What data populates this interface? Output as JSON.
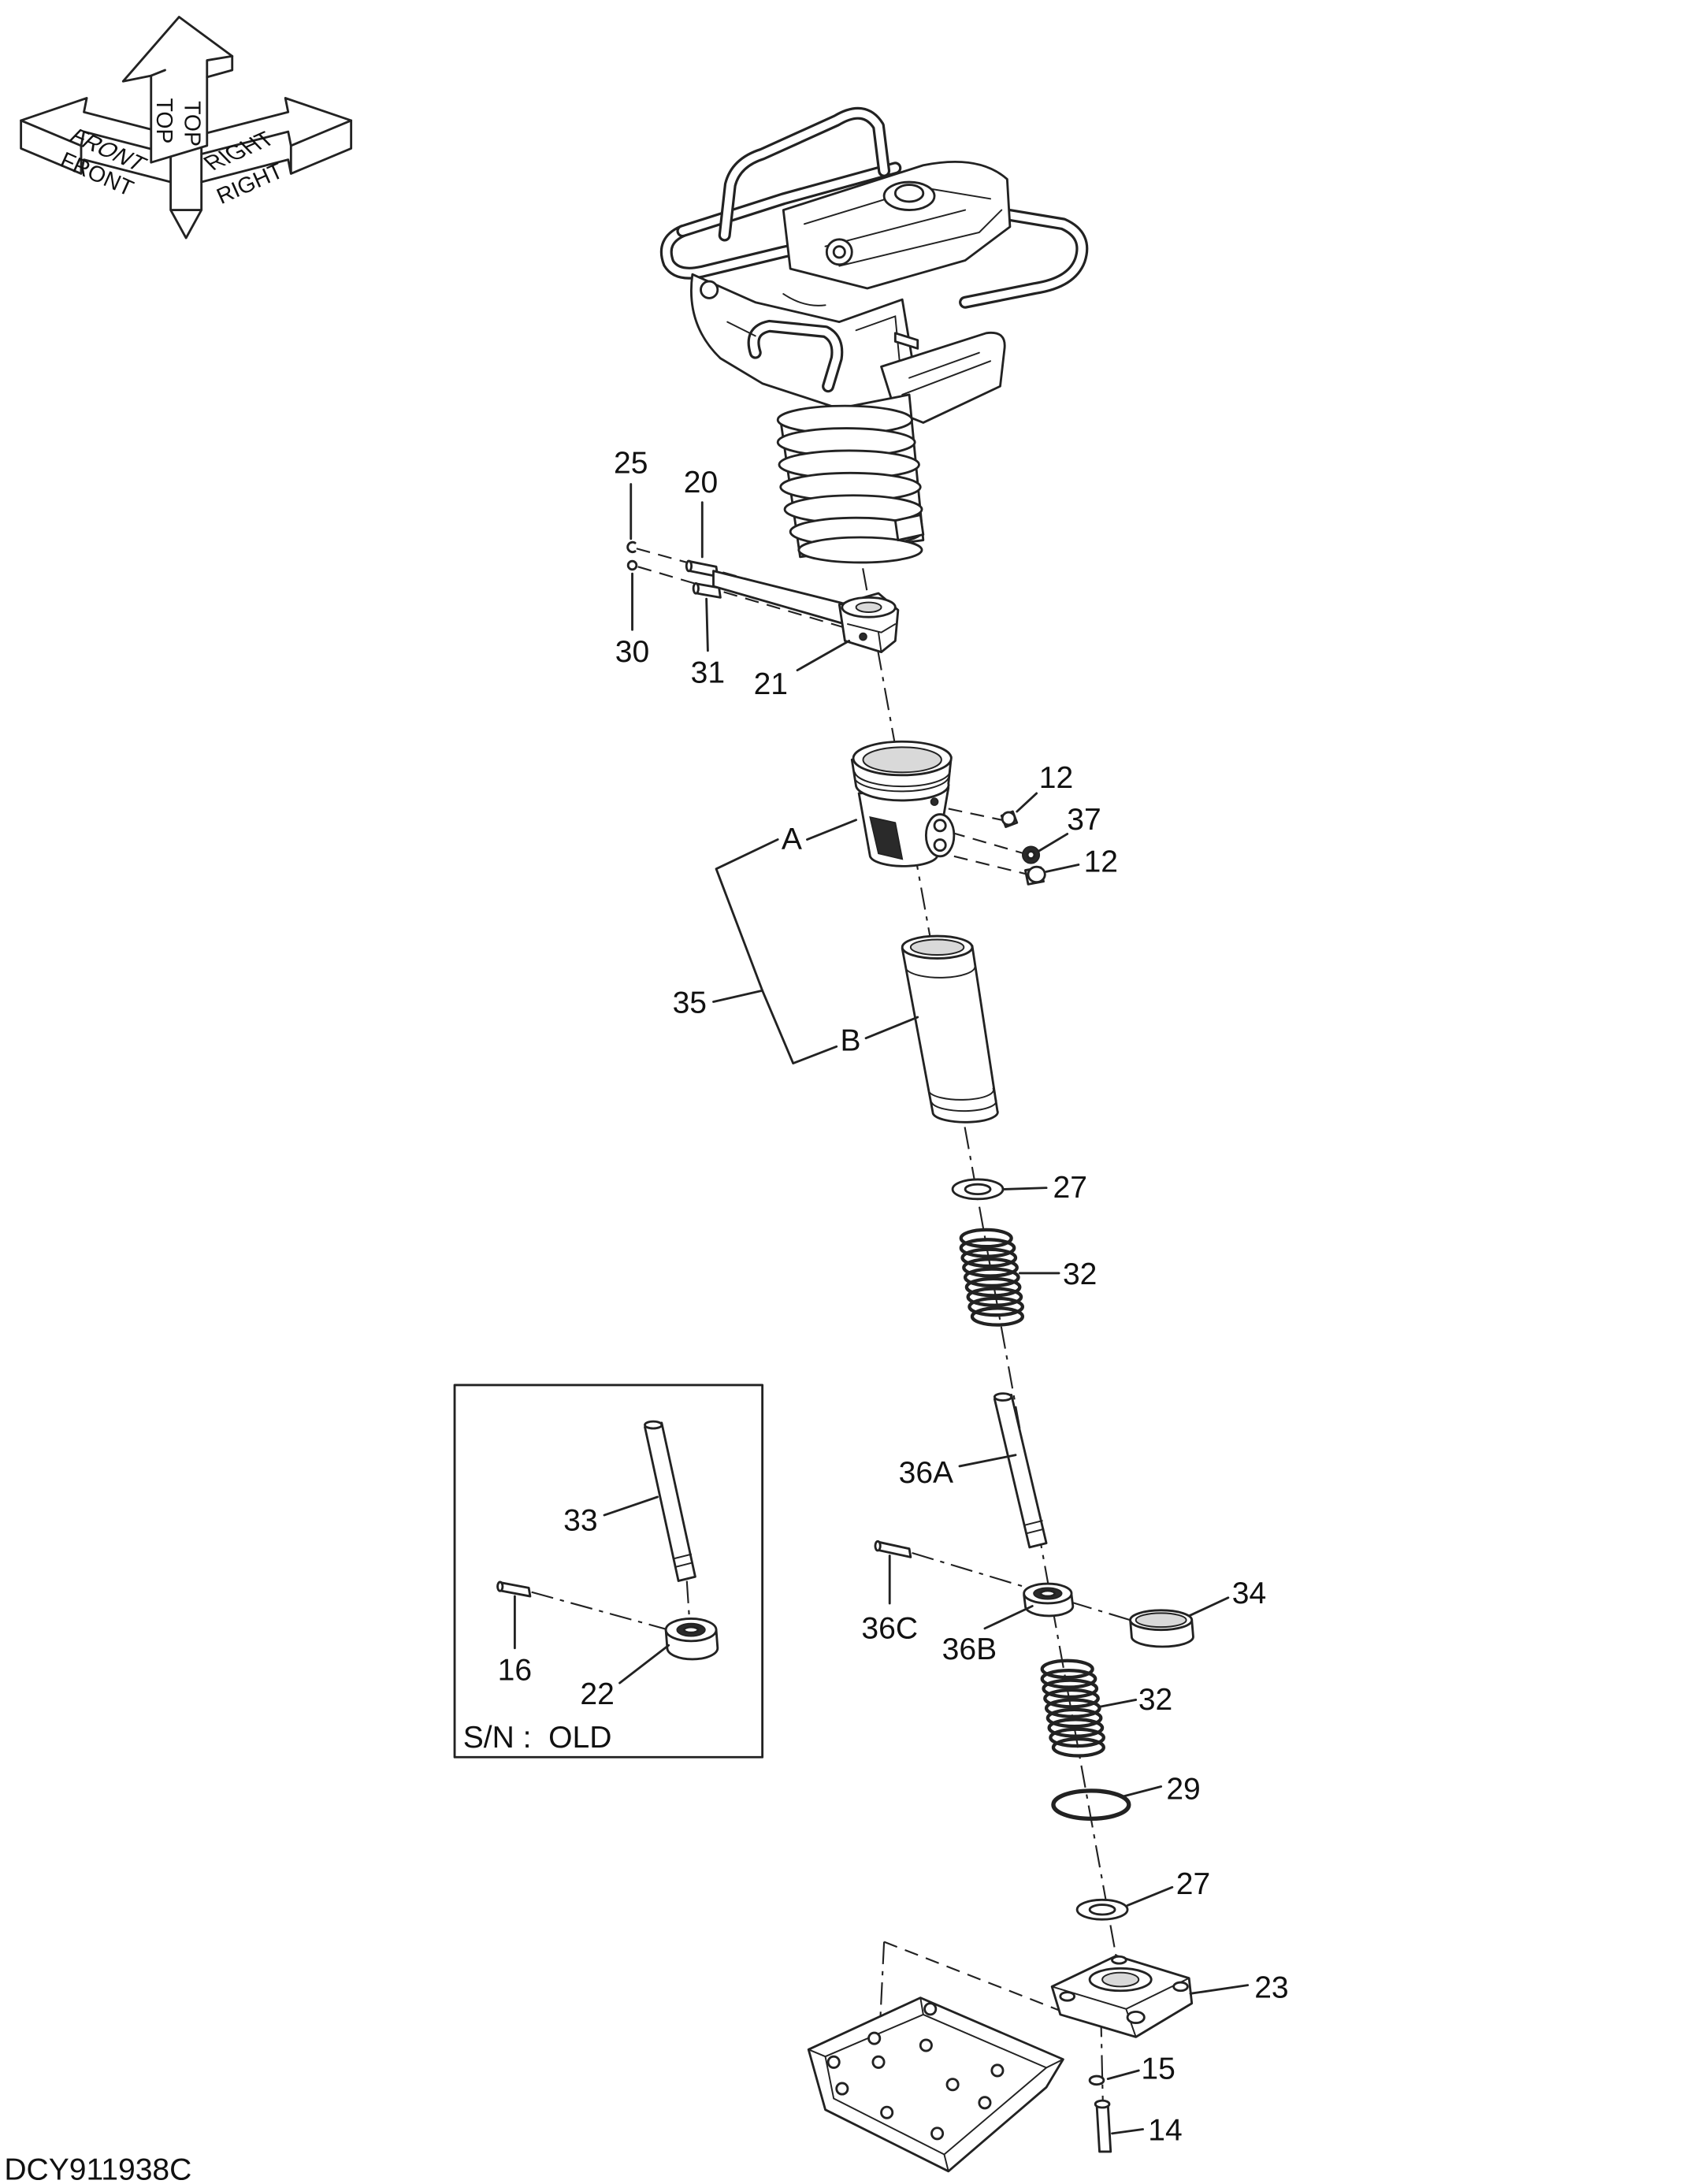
{
  "drawing_number": "DCY911938C",
  "orientation": {
    "front": [
      "FRONT",
      "FRONT"
    ],
    "top": [
      "TOP",
      "TOP"
    ],
    "right": [
      "RIGHT",
      "RIGHT"
    ]
  },
  "callouts": [
    "25",
    "20",
    "30",
    "31",
    "21",
    "12",
    "37",
    "12",
    "27",
    "32",
    "36A",
    "34",
    "36C",
    "36B",
    "32",
    "29",
    "27",
    "23",
    "15",
    "14"
  ],
  "assembly": {
    "group_label": "35",
    "sub_a": "A",
    "sub_b": "B"
  },
  "inset": {
    "caption": "S/N :  OLD",
    "callouts": [
      "33",
      "16",
      "22"
    ]
  }
}
